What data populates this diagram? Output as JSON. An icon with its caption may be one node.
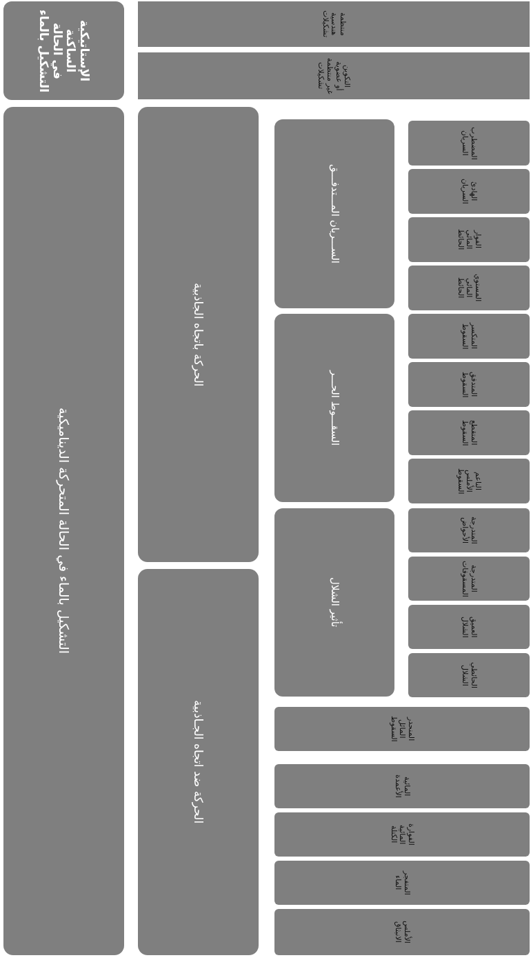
{
  "diagram": {
    "nodes": [
      {
        "text": [
          "التشكيل بالماء في الحالة الساكنة الإستاتيكية"
        ]
      },
      {
        "text": [
          "تشكيلات هندسية منتظمة"
        ]
      },
      {
        "text": [
          "تشكيلات غير منتظمة أو عضوية التكوين"
        ]
      },
      {
        "text": [
          "التشكيل بالماء في الحالة المتحركة الديناميكية"
        ]
      },
      {
        "text": [
          "الحركة باتجاه الجاذبية"
        ]
      },
      {
        "text": [
          "الســـريان المـــتدفـــق"
        ]
      },
      {
        "text": [
          "السريان المضطرب"
        ]
      },
      {
        "text": [
          "السريان الهادئ"
        ]
      },
      {
        "text": [
          "الحائط المائي الفوار"
        ]
      },
      {
        "text": [
          "الحائط المائي المستوي"
        ]
      },
      {
        "text": [
          "السقـــوط الحـــر"
        ]
      },
      {
        "text": [
          "السقوط المتكسر"
        ]
      },
      {
        "text": [
          "السقوط المتدفق"
        ]
      },
      {
        "text": [
          "السقوط المتقطع"
        ]
      },
      {
        "text": [
          "السقوط الأملس الناعم"
        ]
      },
      {
        "text": [
          "تأثير الشلال"
        ]
      },
      {
        "text": [
          "الأحواض المتدرجة"
        ]
      },
      {
        "text": [
          "المسقوفات المتدرجة"
        ]
      },
      {
        "text": [
          "الشلال العميق"
        ]
      },
      {
        "text": [
          "الشلال الحائطي"
        ]
      },
      {
        "text": [
          "السقوط المائل المنحدر"
        ]
      },
      {
        "text": [
          "الحركة ضد اتجاه الجـاذبية"
        ]
      },
      {
        "text": [
          "الأعمدة المائية"
        ]
      },
      {
        "text": [
          "الكتلة المائية الفوارة"
        ]
      },
      {
        "text": [
          "الماء المتفجر"
        ]
      },
      {
        "text": [
          "الانبثاق الأملس"
        ]
      }
    ]
  }
}
